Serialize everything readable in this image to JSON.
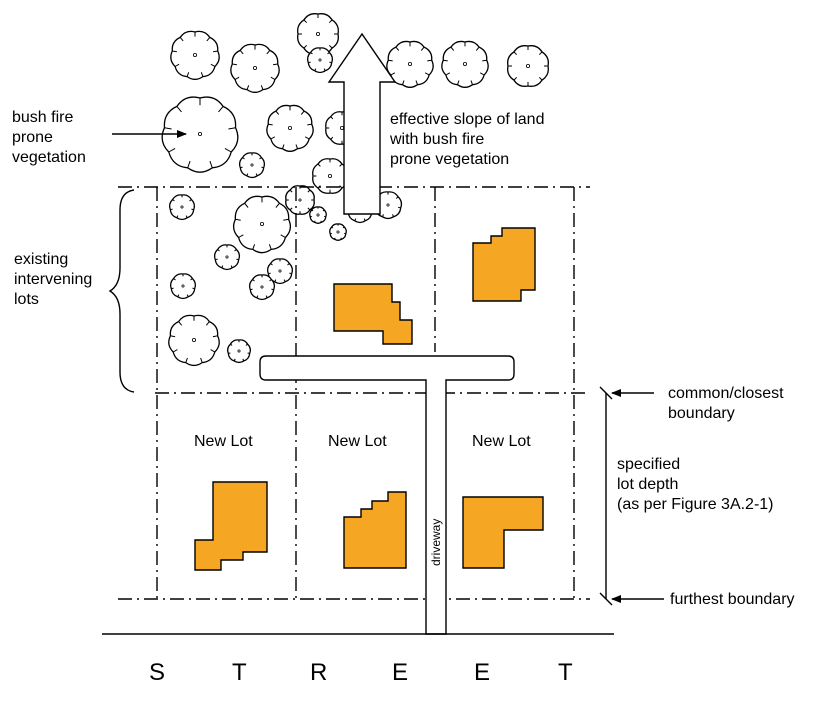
{
  "labels": {
    "bush_fire_l1": "bush fire",
    "bush_fire_l2": "prone",
    "bush_fire_l3": "vegetation",
    "slope_l1": "effective slope of land",
    "slope_l2": "with bush fire",
    "slope_l3": "prone vegetation",
    "existing_l1": "existing",
    "existing_l2": "intervening",
    "existing_l3": "lots",
    "common_l1": "common/closest",
    "common_l2": "boundary",
    "depth_l1": "specified",
    "depth_l2": "lot depth",
    "depth_l3": "(as per Figure 3A.2-1)",
    "furthest": "furthest boundary",
    "driveway": "driveway",
    "new_lot_1": "New Lot",
    "new_lot_2": "New Lot",
    "new_lot_3": "New Lot"
  },
  "street_letters": [
    "S",
    "T",
    "R",
    "E",
    "E",
    "T"
  ],
  "colors": {
    "house": "#f5a623",
    "line": "#000000"
  }
}
